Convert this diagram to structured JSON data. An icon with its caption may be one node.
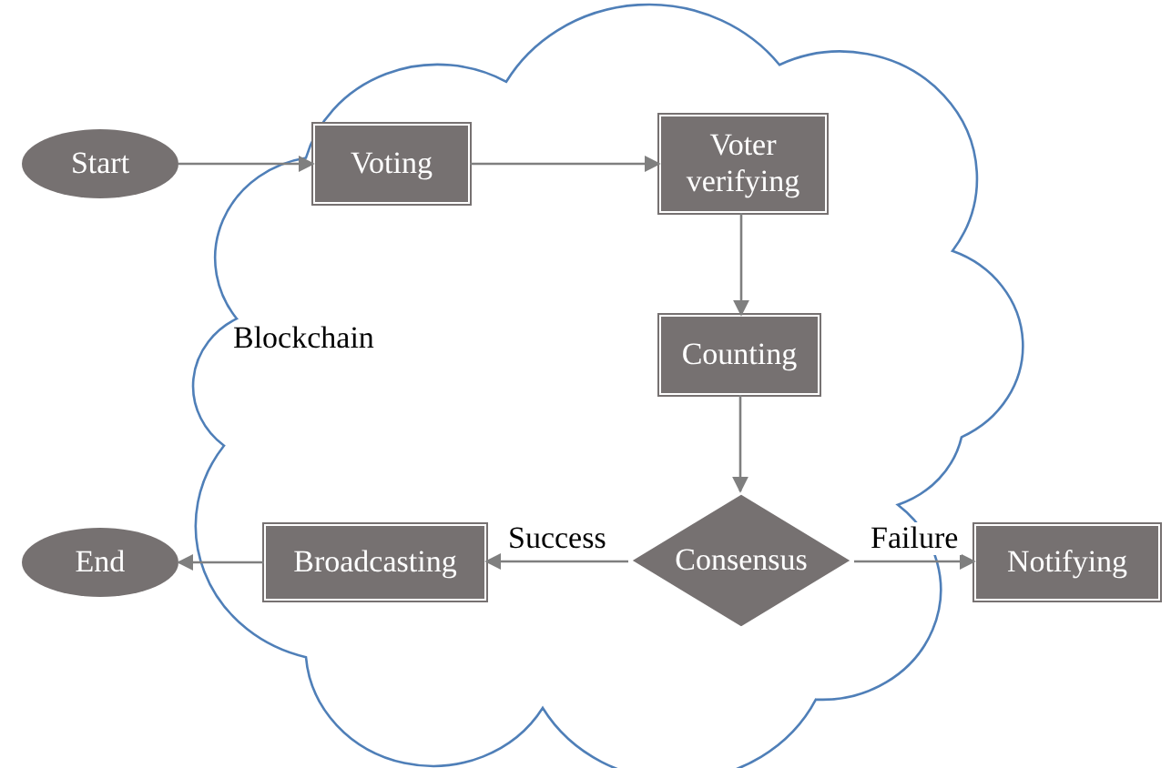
{
  "diagram": {
    "nodes": [
      {
        "text": [
          "Blockchain"
        ]
      },
      {
        "text": [
          "Start"
        ]
      },
      {
        "text": [
          "Voting"
        ],
        "in": 0
      },
      {
        "text": [
          "Voter verifying"
        ],
        "in": 0
      },
      {
        "text": [
          "Counting"
        ],
        "in": 0
      },
      {
        "text": [
          "Consensus"
        ],
        "in": 0
      },
      {
        "text": [
          "Broadcasting"
        ],
        "in": 0
      },
      {
        "text": [
          "End"
        ]
      },
      {
        "text": [
          "Notifying"
        ]
      }
    ],
    "edges": [
      {
        "from": 1,
        "to": 2,
        "arrow": "to"
      },
      {
        "from": 2,
        "to": 3,
        "arrow": "to"
      },
      {
        "from": 3,
        "to": 4,
        "arrow": "to"
      },
      {
        "from": 4,
        "to": 5,
        "arrow": "to"
      },
      {
        "from": 5,
        "to": 6,
        "label": "Success",
        "arrow": "to"
      },
      {
        "from": 6,
        "to": 7,
        "arrow": "to"
      },
      {
        "from": 5,
        "to": 8,
        "label": "Failure",
        "arrow": "to"
      }
    ]
  }
}
